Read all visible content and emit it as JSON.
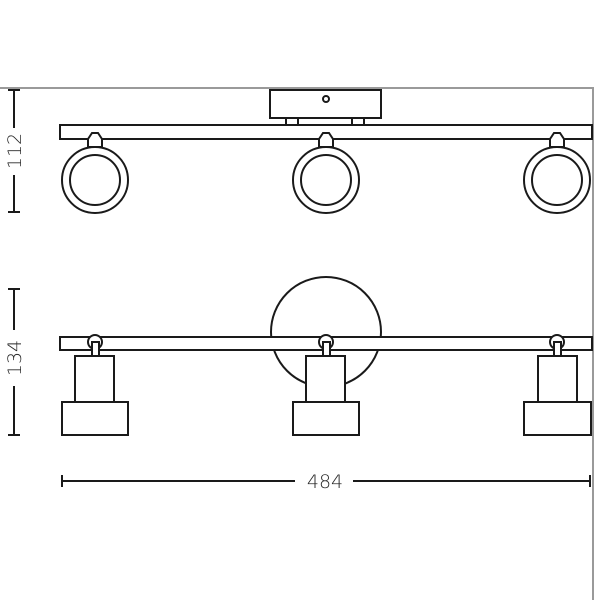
{
  "dimensions": {
    "top_view_height": "112",
    "front_view_height": "134",
    "width": "484"
  },
  "colors": {
    "line": "#1a1a1a",
    "wall_line": "#9a9a9a",
    "background": "#ffffff"
  }
}
